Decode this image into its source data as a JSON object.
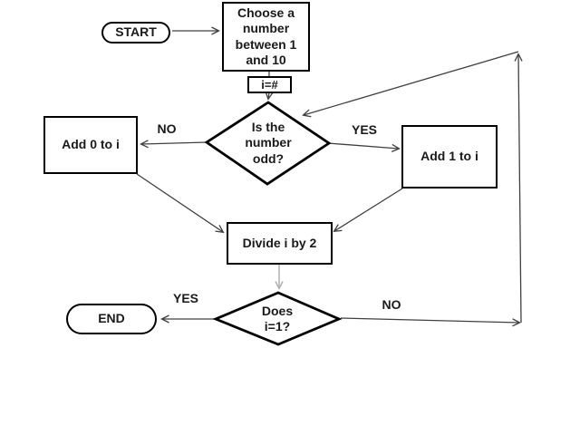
{
  "flowchart": {
    "nodes": {
      "start": {
        "label": "START"
      },
      "choose": {
        "label": "Choose a number between 1 and 10"
      },
      "assign": {
        "label": "i=#"
      },
      "odd_decision": {
        "label": "Is the number odd?"
      },
      "add_zero": {
        "label": "Add 0 to i"
      },
      "add_one": {
        "label": "Add 1 to i"
      },
      "divide": {
        "label": "Divide i by 2"
      },
      "loop_decision": {
        "label": "Does i=1?"
      },
      "end": {
        "label": "END"
      }
    },
    "edge_labels": {
      "odd_no": "NO",
      "odd_yes": "YES",
      "loop_yes": "YES",
      "loop_no": "NO"
    },
    "colors": {
      "shape_border": "#000000",
      "connector": "#404040",
      "light_connector": "#b0b0b0",
      "background": "#ffffff",
      "text": "#1a1a1a"
    }
  }
}
